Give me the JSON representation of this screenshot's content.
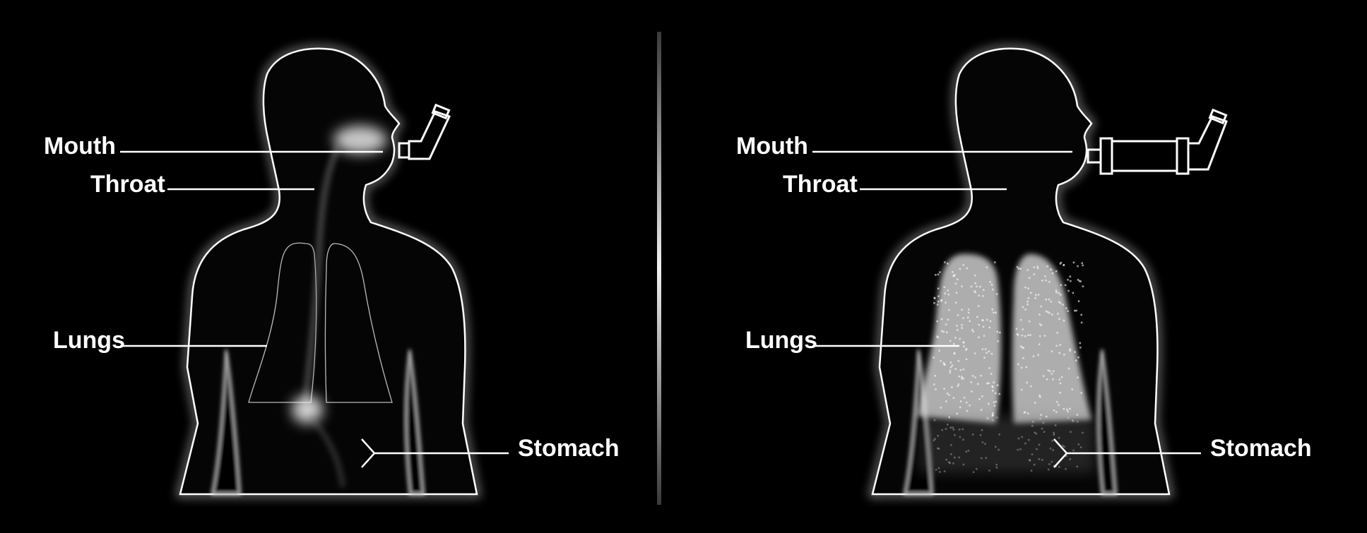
{
  "colors": {
    "background": "#000000",
    "outline": "#ffffff",
    "glow": "#c8c8c8",
    "silhouette_fill": "#050505",
    "leader_line": "#ffffff",
    "label_text": "#ffffff",
    "divider": "#d0d0d0"
  },
  "panels": [
    {
      "id": "left",
      "inhaler": "inhaler-icon",
      "labels": {
        "mouth": "Mouth",
        "throat": "Throat",
        "lungs": "Lungs",
        "stomach": "Stomach"
      }
    },
    {
      "id": "right",
      "inhaler": "inhaler-with-spacer-icon",
      "labels": {
        "mouth": "Mouth",
        "throat": "Throat",
        "lungs": "Lungs",
        "stomach": "Stomach"
      }
    }
  ]
}
